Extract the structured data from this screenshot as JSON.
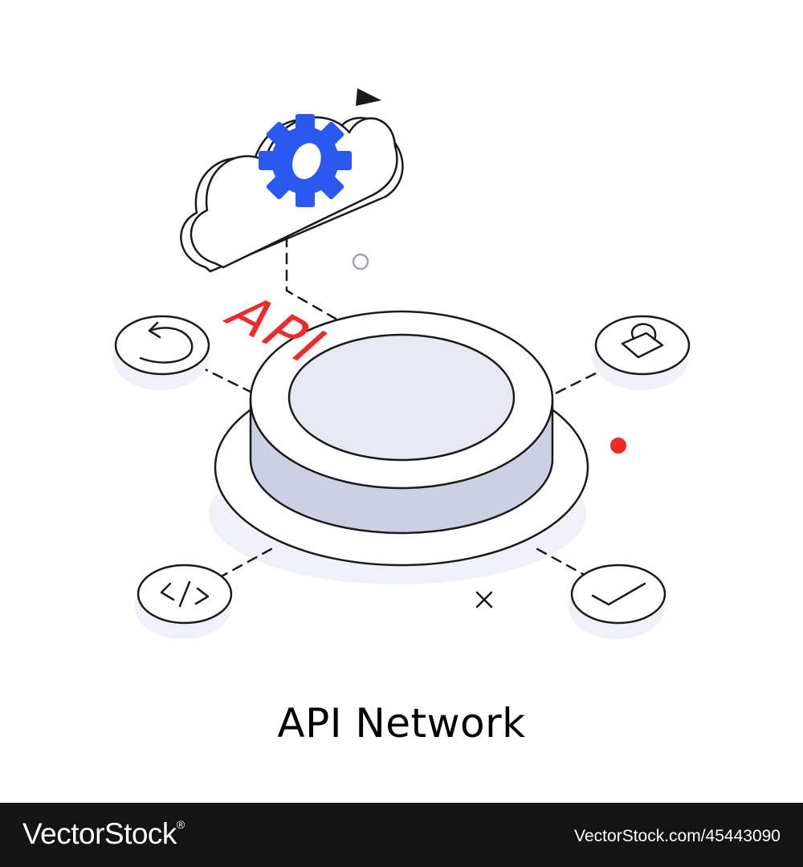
{
  "illustration": {
    "center_label": "API",
    "icons": [
      "gear-icon",
      "refresh-icon",
      "lock-icon",
      "code-icon",
      "check-icon",
      "close-icon"
    ],
    "colors": {
      "line": "#1a1a1a",
      "accent_blue": "#2b59f0",
      "accent_red": "#ee2a2a",
      "platform_top": "#e6e9f1",
      "platform_side": "#ccd0e2",
      "shadow": "#f0f1f6"
    }
  },
  "caption": "API Network",
  "footer": {
    "brand": "VectorStock",
    "trademark": "®",
    "url": "VectorStock.com/45443090",
    "background": "#141414"
  }
}
